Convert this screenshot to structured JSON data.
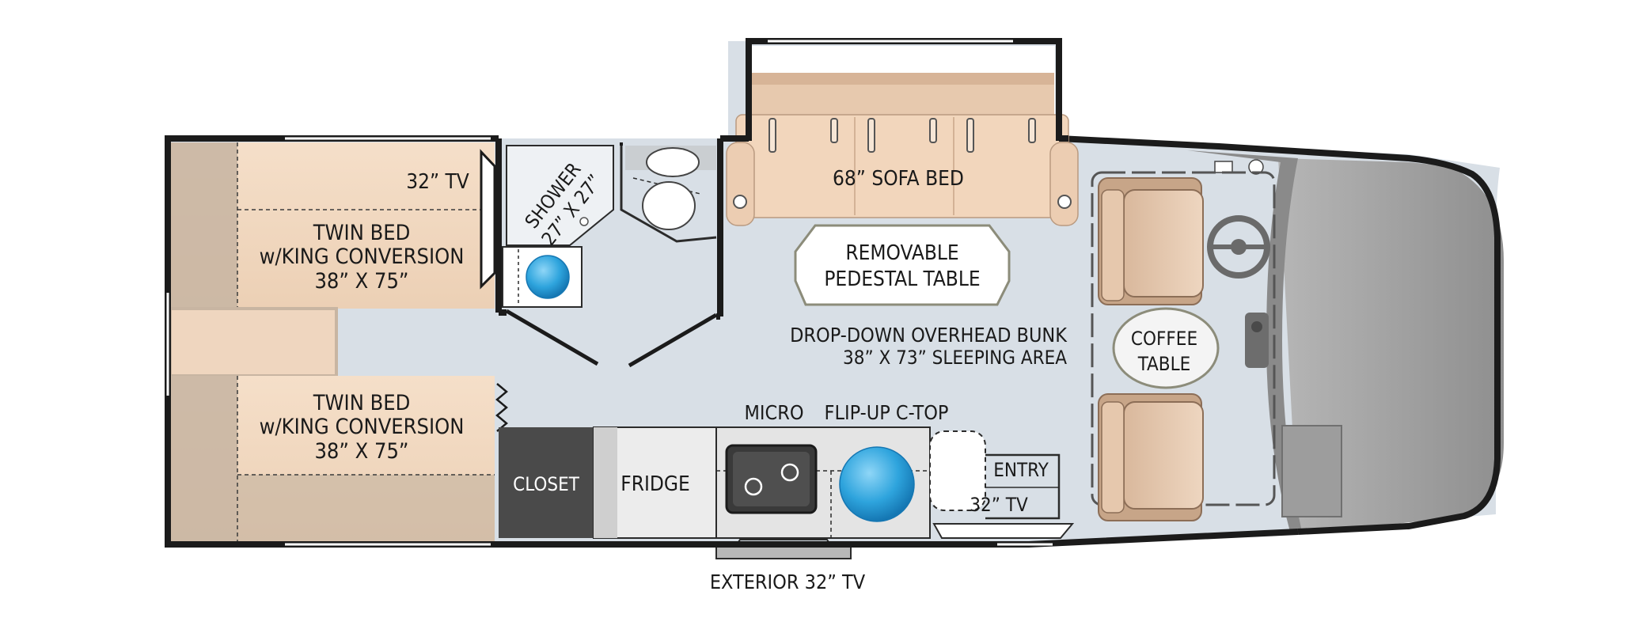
{
  "labels": {
    "tv_bedroom": "32” TV",
    "twin_bed_top": [
      "TWIN BED",
      "w/KING CONVERSION",
      "38” X 75”"
    ],
    "twin_bed_bottom": [
      "TWIN BED",
      "w/KING CONVERSION",
      "38” X 75”"
    ],
    "shower": [
      "SHOWER",
      "27” X 27”"
    ],
    "sofa_bed": "68” SOFA BED",
    "pedestal_table": [
      "REMOVABLE",
      "PEDESTAL TABLE"
    ],
    "overhead_bunk": [
      "DROP-DOWN OVERHEAD BUNK",
      "38” X 73” SLEEPING AREA"
    ],
    "coffee_table": [
      "COFFEE",
      "TABLE"
    ],
    "micro": "MICRO",
    "flip_up": "FLIP-UP C-TOP",
    "closet": "CLOSET",
    "fridge": "FRIDGE",
    "entry": "ENTRY",
    "tv_entry": "32” TV",
    "exterior_tv": "EXTERIOR 32” TV"
  },
  "colors": {
    "floor": "#d8dfe6",
    "bed": "#f2d9c2",
    "bed_shadow": "#c8b5a2",
    "wall": "#1b1b1b",
    "closet": "#4a4a4a",
    "sink": "#2ea4dd",
    "cab": "#9a9a9a",
    "counter": "#e4e4e4"
  }
}
